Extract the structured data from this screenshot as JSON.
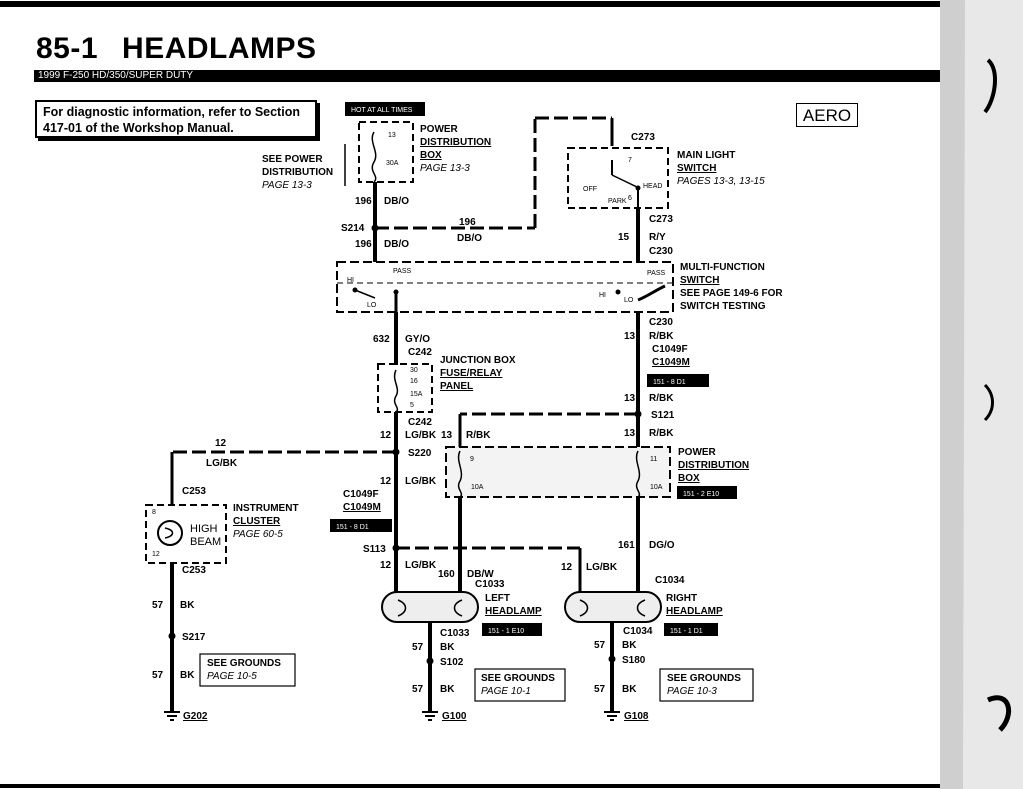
{
  "header": {
    "section_number": "85-1",
    "section_title": "HEADLAMPS",
    "vehicle": "1999 F-250 HD/350/SUPER DUTY"
  },
  "diagnostic_note": "For diagnostic information, refer to Section 417-01 of the Workshop Manual.",
  "aero_label": "AERO",
  "hot_at_all_times": "HOT AT ALL TIMES",
  "components": {
    "power_distribution_box_top": {
      "l1": "POWER",
      "l2": "DISTRIBUTION",
      "l3": "BOX",
      "page": "PAGE 13-3",
      "fuse_pin": "13",
      "fuse_rating": "30A"
    },
    "see_power_distribution": {
      "l1": "SEE POWER",
      "l2": "DISTRIBUTION",
      "page": "PAGE 13-3"
    },
    "main_light_switch": {
      "l1": "MAIN LIGHT",
      "l2": "SWITCH",
      "page": "PAGES 13-3, 13-15",
      "pin_top": "7",
      "pin_bottom": "6",
      "off": "OFF",
      "head": "HEAD",
      "park": "PARK"
    },
    "multi_function_switch": {
      "l1": "MULTI-FUNCTION",
      "l2": "SWITCH",
      "page1": "SEE PAGE 149-6 FOR",
      "page2": "SWITCH TESTING",
      "hi": "HI",
      "lo": "LO",
      "pass": "PASS"
    },
    "junction_box": {
      "l1": "JUNCTION BOX",
      "l2": "FUSE/RELAY",
      "l3": "PANEL",
      "pin_top": "30",
      "pin_fuse": "16",
      "rating": "15A",
      "pin_bottom": "5"
    },
    "power_distribution_box_mid": {
      "l1": "POWER",
      "l2": "DISTRIBUTION",
      "l3": "BOX",
      "pin_left": "9",
      "pin_right": "11",
      "rating_left": "10A",
      "rating_right": "10A"
    },
    "instrument_cluster": {
      "l1": "INSTRUMENT",
      "l2": "CLUSTER",
      "page": "PAGE 60-5",
      "lamp1": "HIGH",
      "lamp2": "BEAM",
      "pin_top": "8",
      "pin_bottom": "12"
    },
    "left_headlamp": {
      "l1": "LEFT",
      "l2": "HEADLAMP"
    },
    "right_headlamp": {
      "l1": "RIGHT",
      "l2": "HEADLAMP"
    }
  },
  "see_grounds": [
    {
      "title": "SEE GROUNDS",
      "page": "PAGE 10-5"
    },
    {
      "title": "SEE GROUNDS",
      "page": "PAGE 10-1"
    },
    {
      "title": "SEE GROUNDS",
      "page": "PAGE 10-3"
    }
  ],
  "black_labels": {
    "c1049m": "151 - 8 D1",
    "c1049m_left": "151 - 8 D1",
    "c1033": "151 - 1 E10",
    "c1034": "151 - 1 D1",
    "pdb": "151 - 2 E10"
  },
  "connectors": {
    "c273a": "C273",
    "c273b": "C273",
    "c230a": "C230",
    "c230b": "C230",
    "c242a": "C242",
    "c242b": "C242",
    "c1049f": "C1049F",
    "c1049m": "C1049M",
    "c1049f_l": "C1049F",
    "c1049m_l": "C1049M",
    "c253a": "C253",
    "c253b": "C253",
    "c1033a": "C1033",
    "c1033b": "C1033",
    "c1034a": "C1034",
    "c1034b": "C1034"
  },
  "splices": {
    "s214": "S214",
    "s220": "S220",
    "s113": "S113",
    "s121": "S121",
    "s217": "S217",
    "s102": "S102",
    "s180": "S180"
  },
  "grounds": {
    "g202": "G202",
    "g100": "G100",
    "g108": "G108"
  },
  "wires": {
    "w196a_num": "196",
    "w196a_col": "DB/O",
    "w196b_num": "196",
    "w196b_col": "DB/O",
    "w196c_num": "196",
    "w196c_col": "DB/O",
    "w15_num": "15",
    "w15_col": "R/Y",
    "w632_num": "632",
    "w632_col": "GY/O",
    "w13a_num": "13",
    "w13a_col": "R/BK",
    "w13b_num": "13",
    "w13b_col": "R/BK",
    "w13c_num": "13",
    "w13c_col": "R/BK",
    "w13d_num": "13",
    "w13d_col": "R/BK",
    "w12a_num": "12",
    "w12a_col": "LG/BK",
    "w12top_num": "12",
    "w12top_col": "LG/BK",
    "w12b_num": "12",
    "w12b_col": "LG/BK",
    "w12c_num": "12",
    "w12c_col": "LG/BK",
    "w12d_num": "12",
    "w12d_col": "LG/BK",
    "w160_num": "160",
    "w160_col": "DB/W",
    "w161_num": "161",
    "w161_col": "DG/O",
    "w57a_num": "57",
    "w57a_col": "BK",
    "w57b_num": "57",
    "w57b_col": "BK",
    "w57c_num": "57",
    "w57c_col": "BK",
    "w57d_num": "57",
    "w57d_col": "BK",
    "w57e_num": "57",
    "w57e_col": "BK",
    "w57f_num": "57",
    "w57f_col": "BK"
  }
}
